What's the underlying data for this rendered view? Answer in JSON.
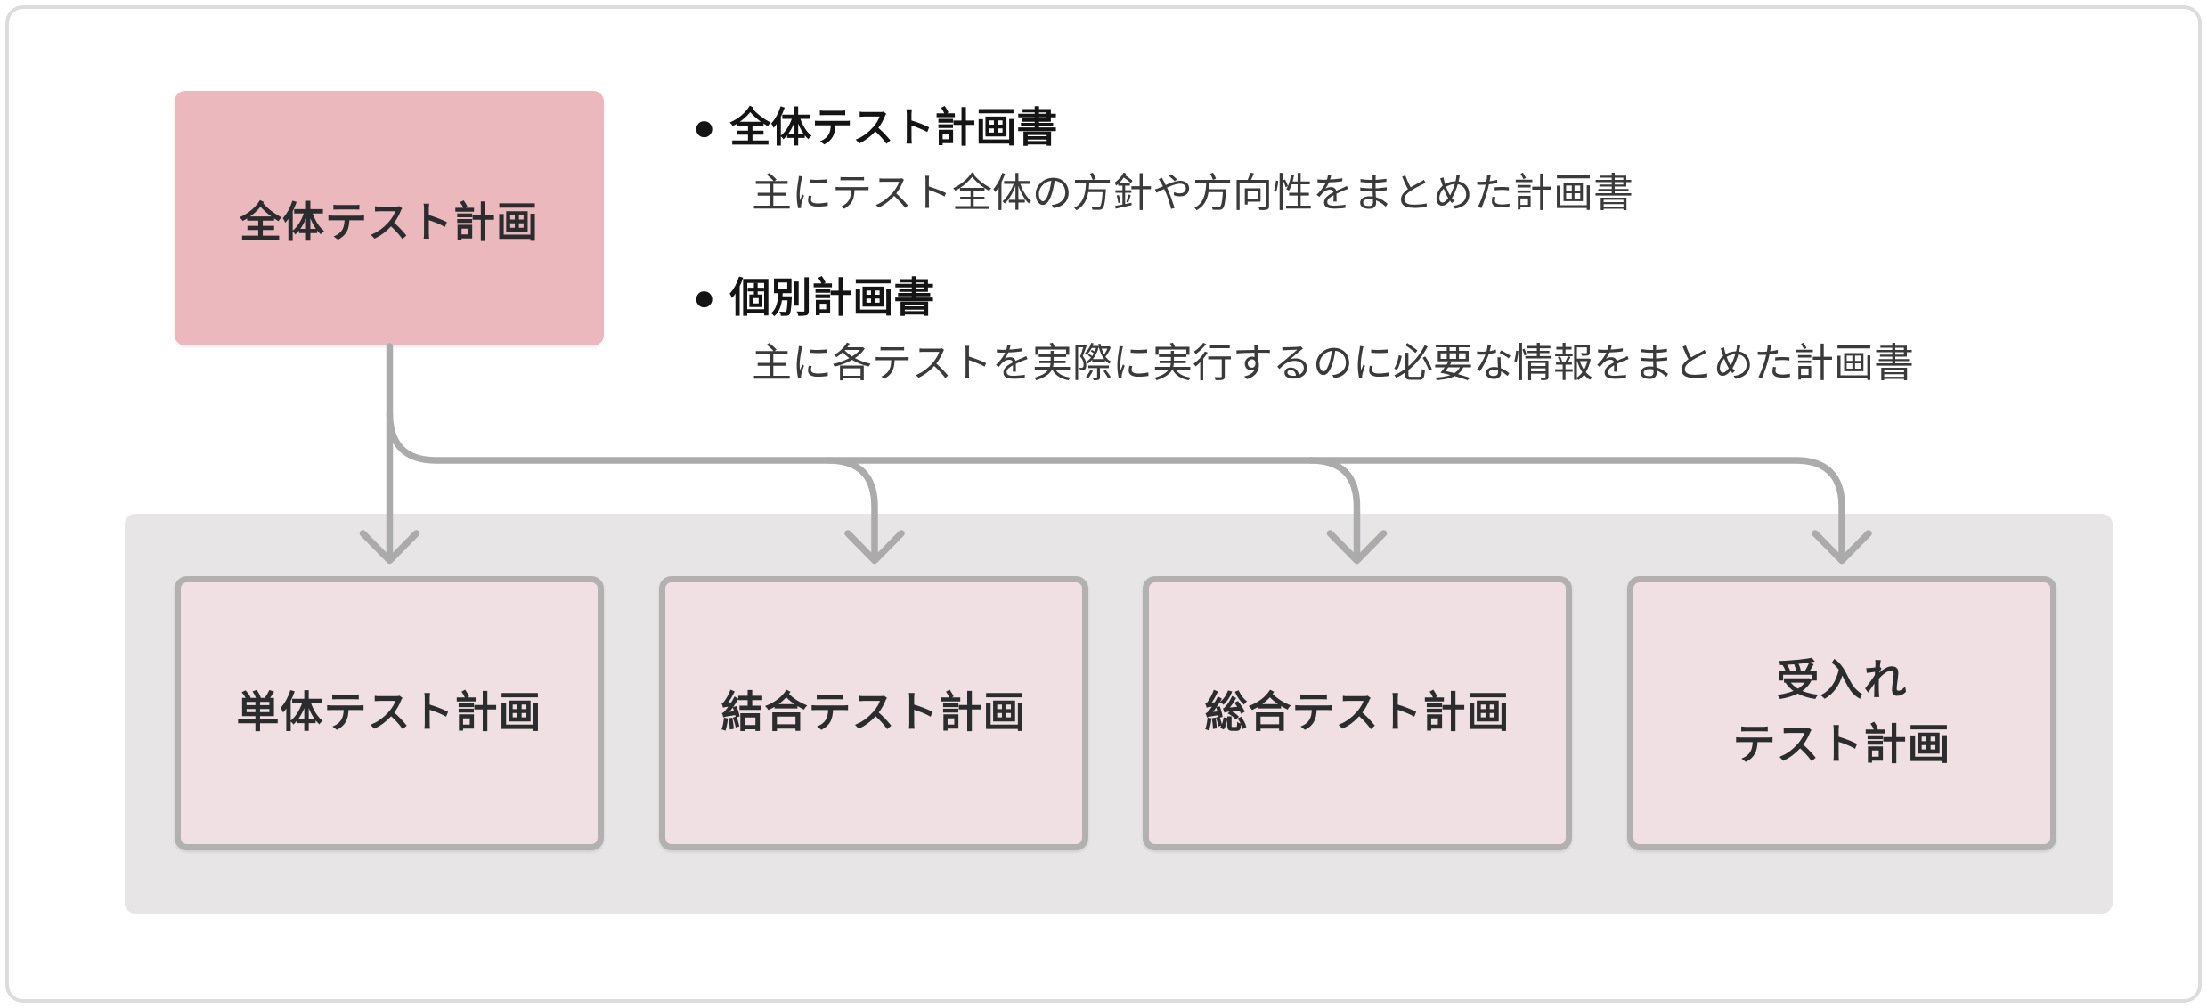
{
  "diagram": {
    "root_box": {
      "label": "全体テスト計画"
    },
    "legend": {
      "bullet_glyph": "●",
      "items": [
        {
          "heading": "全体テスト計画書",
          "description": "主にテスト全体の方針や方向性をまとめた計画書"
        },
        {
          "heading": "個別計画書",
          "description": "主に各テストを実際に実行するのに必要な情報をまとめた計画書"
        }
      ]
    },
    "child_boxes": [
      {
        "label": "単体テスト計画"
      },
      {
        "label": "結合テスト計画"
      },
      {
        "label": "総合テスト計画"
      },
      {
        "label": "受入れ\nテスト計画"
      }
    ],
    "colors": {
      "root_box_fill": "#ebb8bd",
      "child_box_fill": "#f1e0e3",
      "child_box_border": "#b3b0b1",
      "group_panel_fill": "#e7e5e6",
      "connector": "#ababab",
      "text_dark": "#2a2c2e"
    }
  }
}
